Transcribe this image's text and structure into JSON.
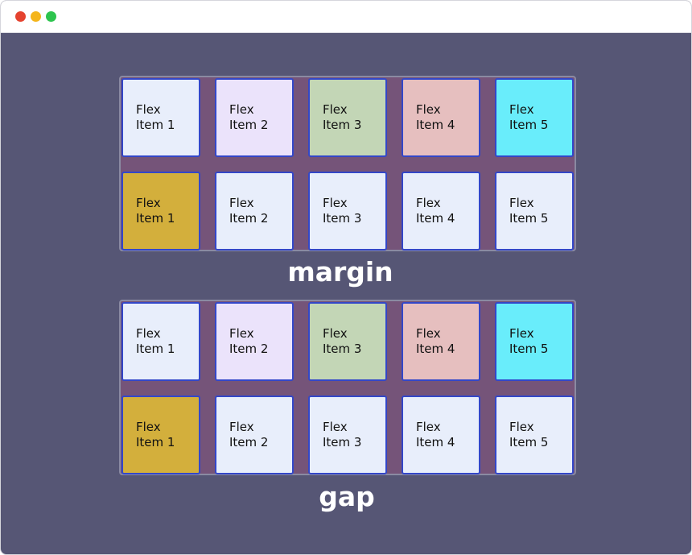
{
  "window": {
    "controls": {
      "close_color": "#E5432F",
      "minimize_color": "#F4B51C",
      "maximize_color": "#2DC44E"
    }
  },
  "item_label": {
    "word": "Flex",
    "row_items": [
      "Item 1",
      "Item 2",
      "Item 3",
      "Item 4",
      "Item 5"
    ]
  },
  "colors": {
    "background": "#565675",
    "container": "#755479",
    "item_border": "#3347C8",
    "row1_items": [
      "#E8EEFB",
      "#EBE3FB",
      "#C3D6B6",
      "#E6BFBF",
      "#69EDFB"
    ],
    "row2_items": [
      "#D3AF3C",
      "#E8EEFB",
      "#E8EEFB",
      "#E8EEFB",
      "#E8EEFB"
    ]
  },
  "demos": [
    {
      "caption": "margin",
      "rows": [
        [
          "Item 1",
          "Item 2",
          "Item 3",
          "Item 4",
          "Item 5"
        ],
        [
          "Item 1",
          "Item 2",
          "Item 3",
          "Item 4",
          "Item 5"
        ]
      ]
    },
    {
      "caption": "gap",
      "rows": [
        [
          "Item 1",
          "Item 2",
          "Item 3",
          "Item 4",
          "Item 5"
        ],
        [
          "Item 1",
          "Item 2",
          "Item 3",
          "Item 4",
          "Item 5"
        ]
      ]
    }
  ]
}
